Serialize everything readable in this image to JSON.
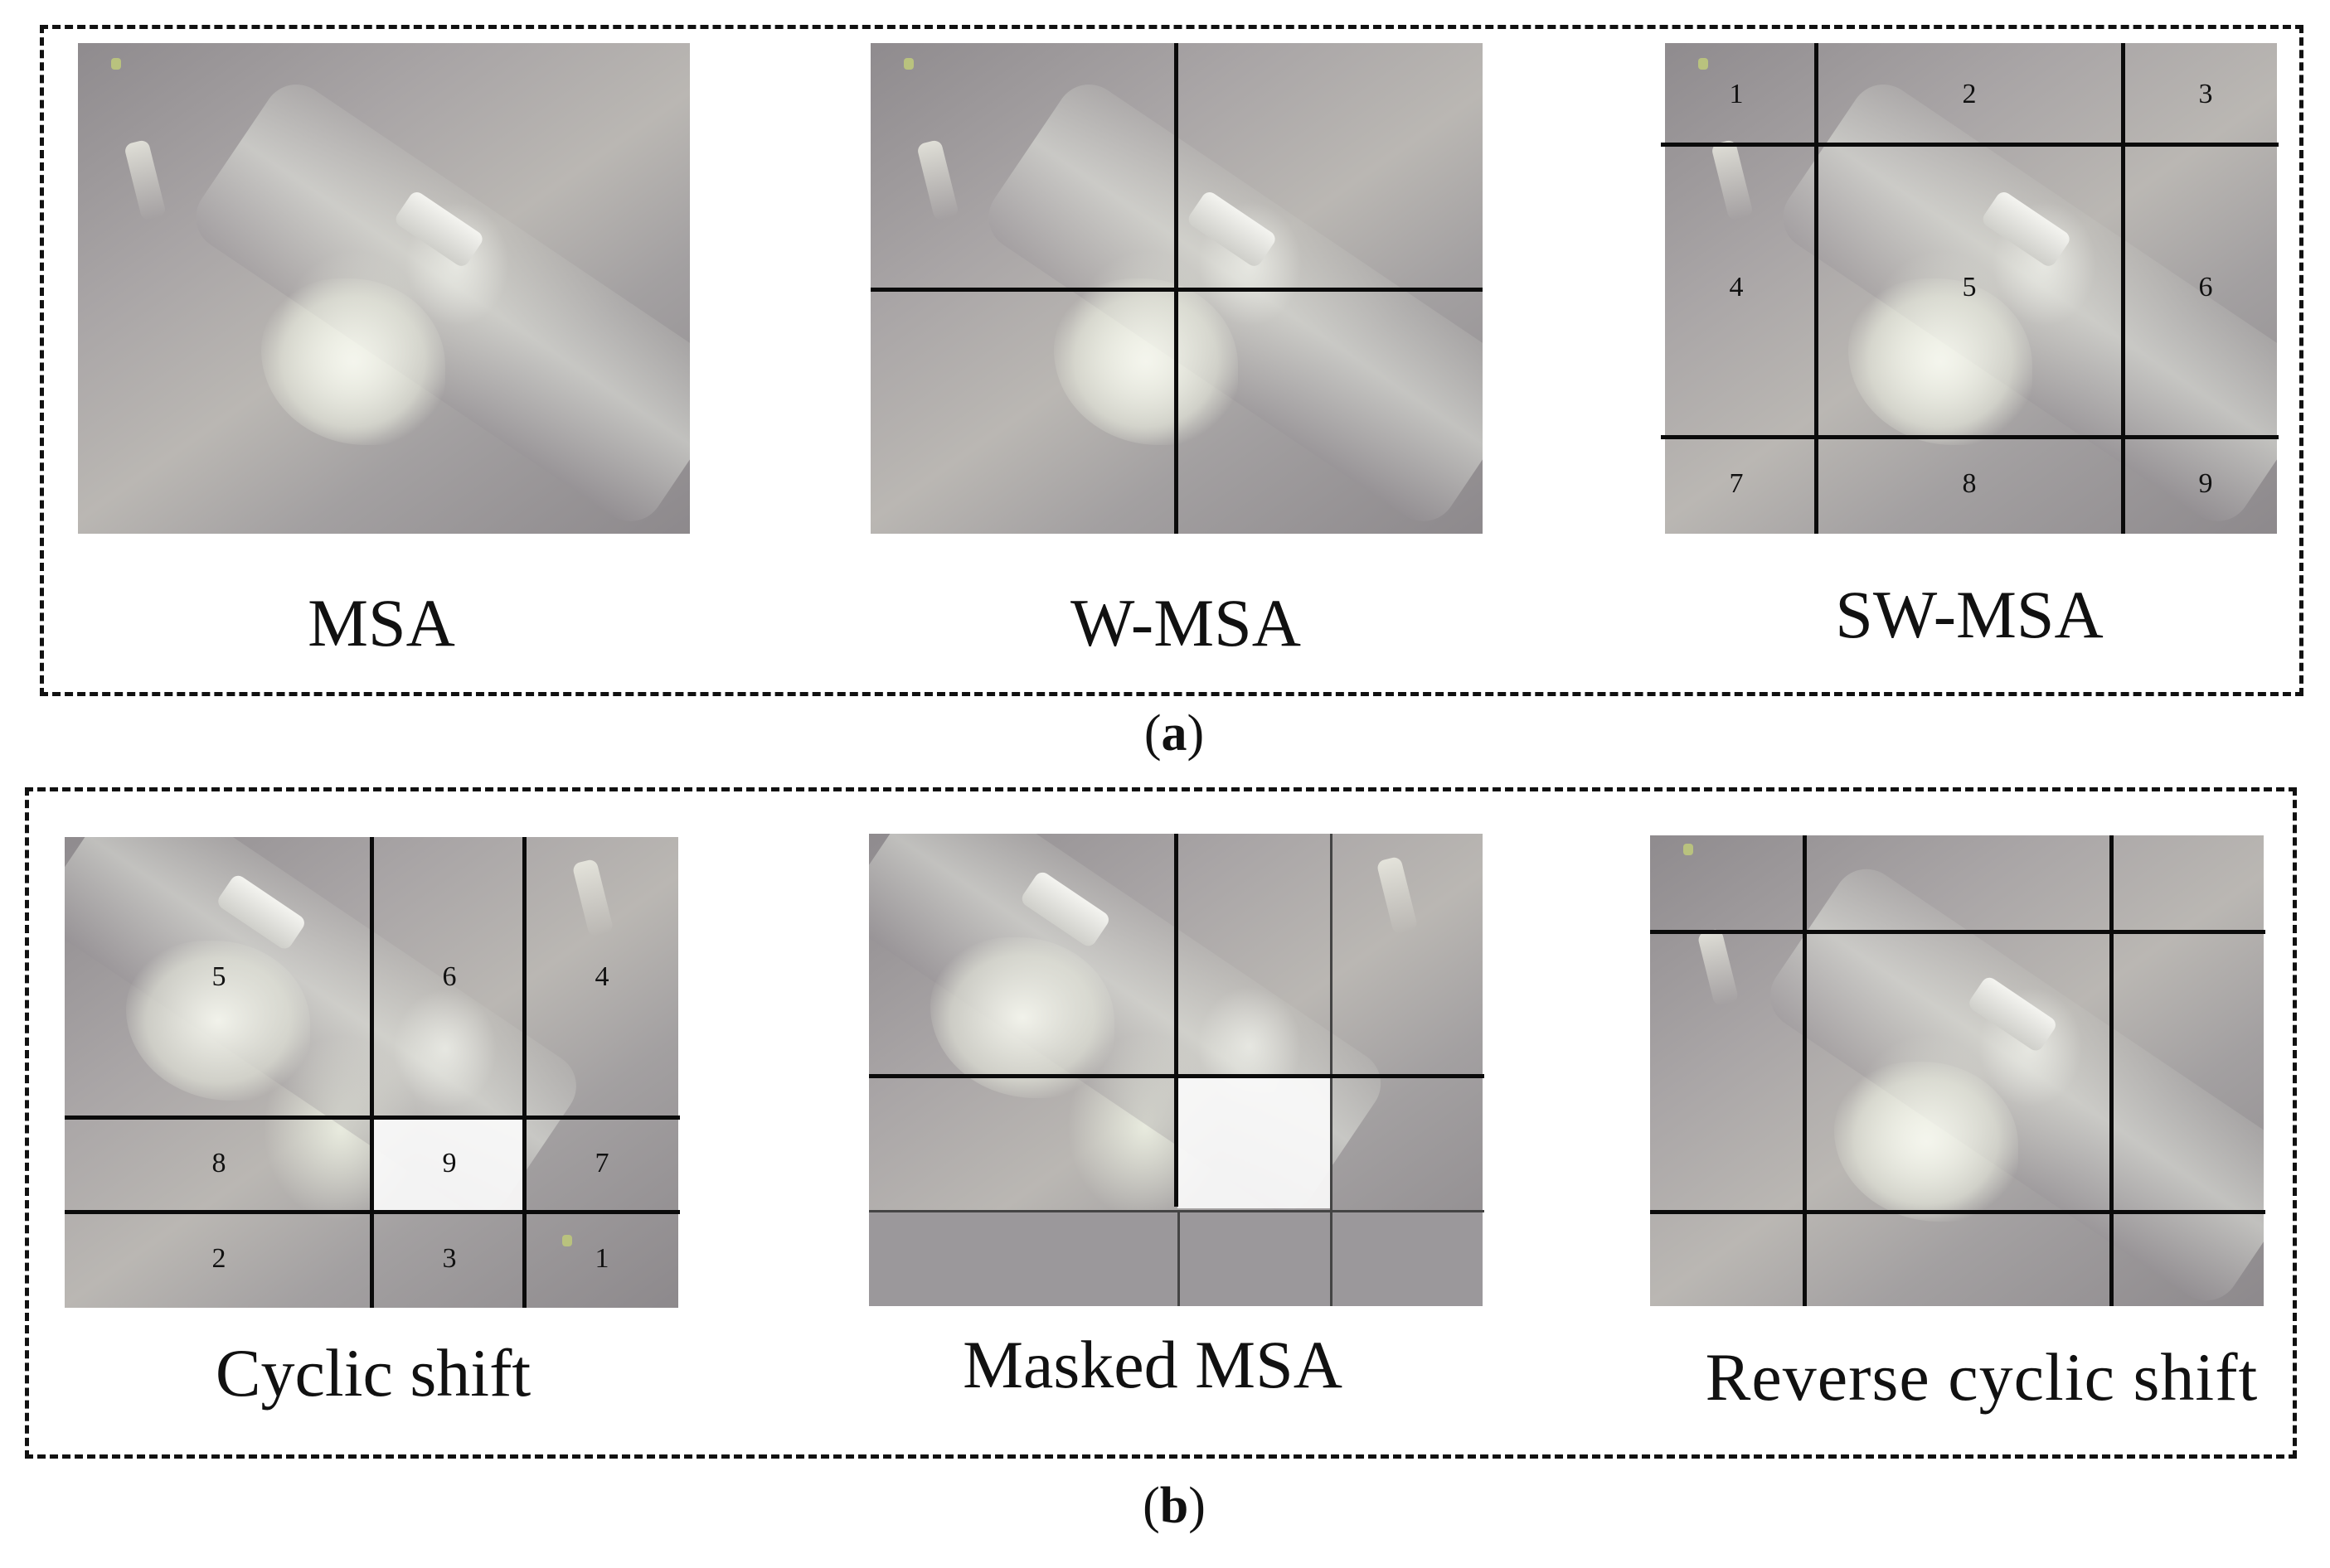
{
  "panel_a": {
    "letter": "a",
    "captions": {
      "msa": "MSA",
      "wmsa": "W-MSA",
      "swmsa": "SW-MSA"
    },
    "swmsa_numbers": [
      "1",
      "2",
      "3",
      "4",
      "5",
      "6",
      "7",
      "8",
      "9"
    ]
  },
  "panel_b": {
    "letter": "b",
    "captions": {
      "cyclic": "Cyclic shift",
      "masked": "Masked MSA",
      "reverse": "Reverse cyclic shift"
    },
    "cyclic_numbers": [
      "5",
      "6",
      "4",
      "8",
      "9",
      "7",
      "2",
      "3",
      "1"
    ]
  }
}
